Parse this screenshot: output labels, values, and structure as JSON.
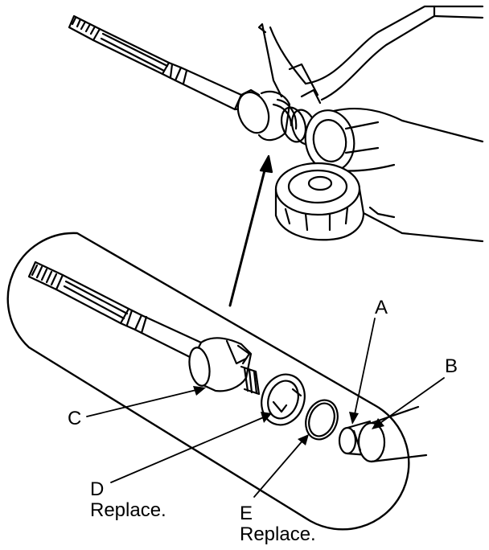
{
  "callouts": {
    "A": {
      "letter": "A"
    },
    "B": {
      "letter": "B"
    },
    "C": {
      "letter": "C"
    },
    "D": {
      "letter": "D",
      "note": "Replace."
    },
    "E": {
      "letter": "E",
      "note": "Replace."
    }
  }
}
